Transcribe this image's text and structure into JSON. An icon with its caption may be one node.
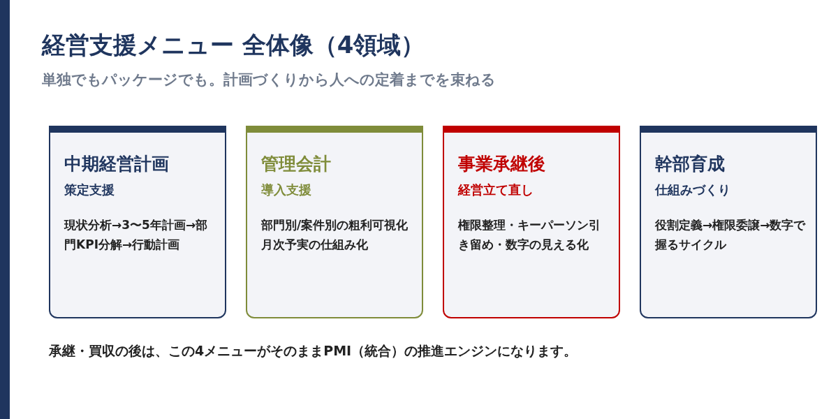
{
  "diagram": {
    "title": "経営支援メニュー 全体像（4領域）",
    "caption": "承継・買収の後は、この4メニューがそのままPMI（統合）の推進エンジンになります。",
    "nodes": [
      {
        "text": [
          "中期経営計画",
          "策定支援",
          "現状分析→3〜5年計画→部門KPI分解→行動計画"
        ]
      },
      {
        "text": [
          "管理会計",
          "導入支援",
          "部門別/案件別の粗利可視化月次予実の仕組み化"
        ]
      },
      {
        "text": [
          "事業承継後",
          "経営立て直し",
          "権限整理・キーパーソン引き留め・数字の見える化"
        ]
      },
      {
        "text": [
          "幹部育成",
          "仕組みづくり",
          "役割定義→権限委譲→数字で握るサイクル"
        ]
      }
    ],
    "edges": [],
    "labels": [
      "単独でもパッケージでも。計画づくりから人への定着までを束ねる"
    ]
  }
}
